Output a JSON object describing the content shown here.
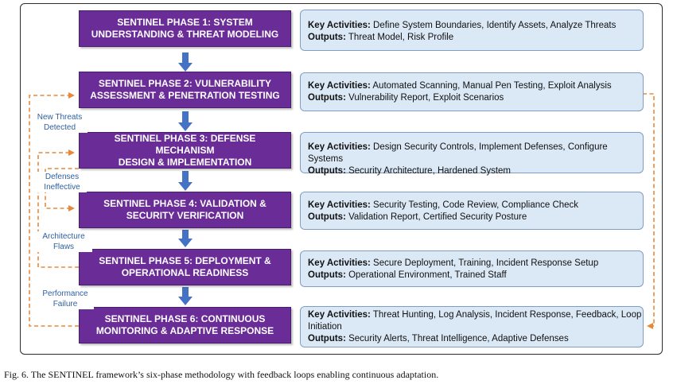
{
  "phases": [
    {
      "line1": "SENTINEL PHASE 1: SYSTEM",
      "line2": "UNDERSTANDING & THREAT MODELING"
    },
    {
      "line1": "SENTINEL PHASE 2: VULNERABILITY",
      "line2": "ASSESSMENT & PENETRATION TESTING"
    },
    {
      "line1": "SENTINEL PHASE 3: DEFENSE MECHANISM",
      "line2": "DESIGN & IMPLEMENTATION"
    },
    {
      "line1": "SENTINEL PHASE 4: VALIDATION &",
      "line2": "SECURITY VERIFICATION"
    },
    {
      "line1": "SENTINEL PHASE 5: DEPLOYMENT &",
      "line2": "OPERATIONAL READINESS"
    },
    {
      "line1": "SENTINEL PHASE 6: CONTINUOUS",
      "line2": "MONITORING & ADAPTIVE RESPONSE"
    }
  ],
  "key_activities_label": "Key Activities:",
  "outputs_label": "Outputs:",
  "activities": [
    {
      "key": "Define System Boundaries, Identify Assets, Analyze Threats",
      "outputs": "Threat Model, Risk Profile"
    },
    {
      "key": "Automated Scanning, Manual Pen Testing, Exploit Analysis",
      "outputs": "Vulnerability Report, Exploit Scenarios"
    },
    {
      "key": "Design Security Controls, Implement Defenses, Configure Systems",
      "outputs": "Security Architecture, Hardened System"
    },
    {
      "key": "Security Testing, Code Review, Compliance Check",
      "outputs": "Validation Report, Certified Security Posture"
    },
    {
      "key": "Secure Deployment, Training, Incident Response Setup",
      "outputs": "Operational Environment, Trained Staff"
    },
    {
      "key": "Threat Hunting, Log Analysis, Incident Response, Feedback, Loop",
      "key_cont": "Initiation",
      "outputs": "Security Alerts, Threat Intelligence, Adaptive Defenses"
    }
  ],
  "feedback_labels": [
    {
      "line1": "New Threats",
      "line2": "Detected"
    },
    {
      "line1": "Defenses",
      "line2": "Ineffective"
    },
    {
      "line1": "Architecture",
      "line2": "Flaws"
    },
    {
      "line1": "Performance",
      "line2": "Failure"
    }
  ],
  "colors": {
    "phase_fill": "#6a2c96",
    "activity_fill": "#dbe8f6",
    "flow_arrow": "#4472c4",
    "feedback_arrow": "#e8893a",
    "feedback_label": "#2f5f9e"
  },
  "caption": "Fig. 6.  The SENTINEL framework’s six-phase methodology with feedback loops enabling continuous adaptation."
}
